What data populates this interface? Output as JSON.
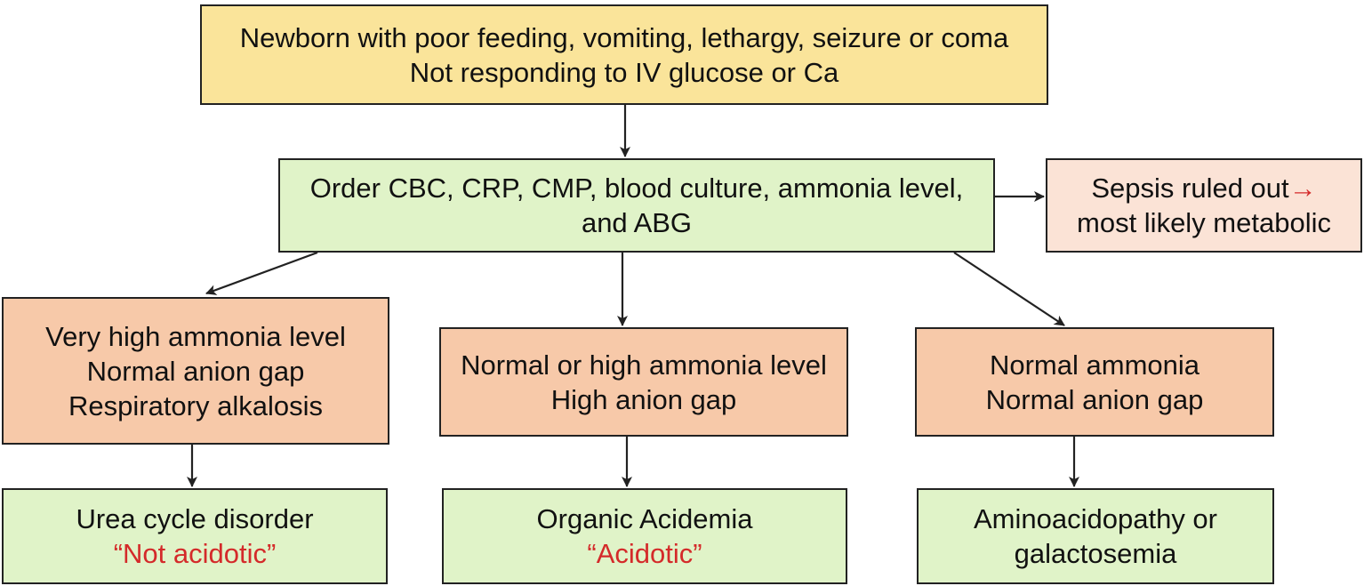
{
  "colors": {
    "start": "#fae49a",
    "action": "#e0f3c8",
    "finding": "#f7c9a9",
    "note": "#fbe3d6",
    "emphasis": "#d42a2a",
    "stroke": "#222222"
  },
  "start": {
    "line1": "Newborn with poor feeding, vomiting, lethargy, seizure or coma",
    "line2": "Not responding to IV glucose or Ca"
  },
  "workup": {
    "line1": "Order CBC, CRP, CMP, blood culture, ammonia level,",
    "line2": "and ABG"
  },
  "sepsis": {
    "line1_text": "Sepsis ruled out",
    "line1_arrow": "→",
    "line2": "most likely metabolic"
  },
  "findings": [
    {
      "lines": [
        "Very high ammonia level",
        "Normal anion gap",
        "Respiratory alkalosis"
      ]
    },
    {
      "lines": [
        "Normal or high ammonia level",
        "High anion gap"
      ]
    },
    {
      "lines": [
        "Normal ammonia",
        "Normal anion gap"
      ]
    }
  ],
  "diagnoses": [
    {
      "line1": "Urea cycle disorder",
      "line2": "“Not acidotic”",
      "line2_emphasis": true
    },
    {
      "line1": "Organic Acidemia",
      "line2": "“Acidotic”",
      "line2_emphasis": true
    },
    {
      "line1": "Aminoacidopathy or",
      "line2": "galactosemia",
      "line2_emphasis": false
    }
  ]
}
